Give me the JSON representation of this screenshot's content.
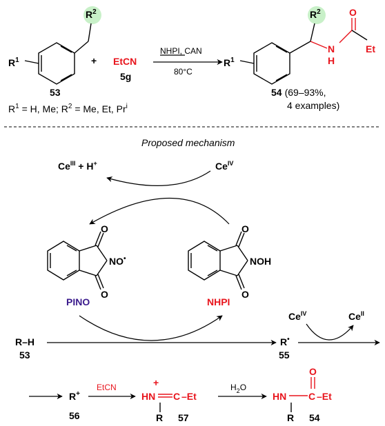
{
  "colors": {
    "heteroatom": "#e8141c",
    "highlight": "#c8f0c8",
    "pino": "#3a1a8c"
  },
  "scheme": {
    "r2": "R",
    "r2_sup": "2",
    "r1": "R",
    "r1_sup": "1",
    "plus": "+",
    "reagent": "EtCN",
    "reagent_num": "5g",
    "conditions_top": "NHPI, CAN",
    "conditions_bottom": "80°C",
    "compound_53": "53",
    "product_N": "N",
    "product_H": "H",
    "product_O": "O",
    "product_Et": "Et",
    "product_num": "54",
    "yield_line1": "(69–93%,",
    "yield_line2": "4 examples)",
    "substituents": [
      "R",
      "1",
      " = H, Me; R",
      "2",
      " = Me, Et, Pr",
      "i"
    ]
  },
  "mechanism": {
    "title": "Proposed mechanism",
    "ce3": "Ce",
    "ce3_sup": "III",
    "h_plus": " + H",
    "h_plus_sup": "+",
    "ce4": "Ce",
    "ce4_sup": "IV",
    "pino_label": "PINO",
    "nhpi_label": "NHPI",
    "o": "O",
    "no_radical": "NO",
    "noh": "NOH",
    "rh": "R–H",
    "rh_num": "53",
    "radical": "R",
    "radical_num": "55",
    "ce4b": "Ce",
    "ce4b_sup": "IV",
    "ce2": "Ce",
    "ce2_sup": "II",
    "cation": "R",
    "cation_sup": "+",
    "cation_num": "56",
    "etcn": "EtCN",
    "nitrilium_hn": "HN",
    "nitrilium_c": "C",
    "nitrilium_et": "–Et",
    "nitrilium_r": "R",
    "nitrilium_num": "57",
    "water": "H",
    "water_sub": "2",
    "water_o": "O",
    "amide_hn": "HN",
    "amide_c": "C",
    "amide_o": "O",
    "amide_et": "–Et",
    "amide_r": "R",
    "amide_num": "54",
    "plus_sign": "+"
  }
}
